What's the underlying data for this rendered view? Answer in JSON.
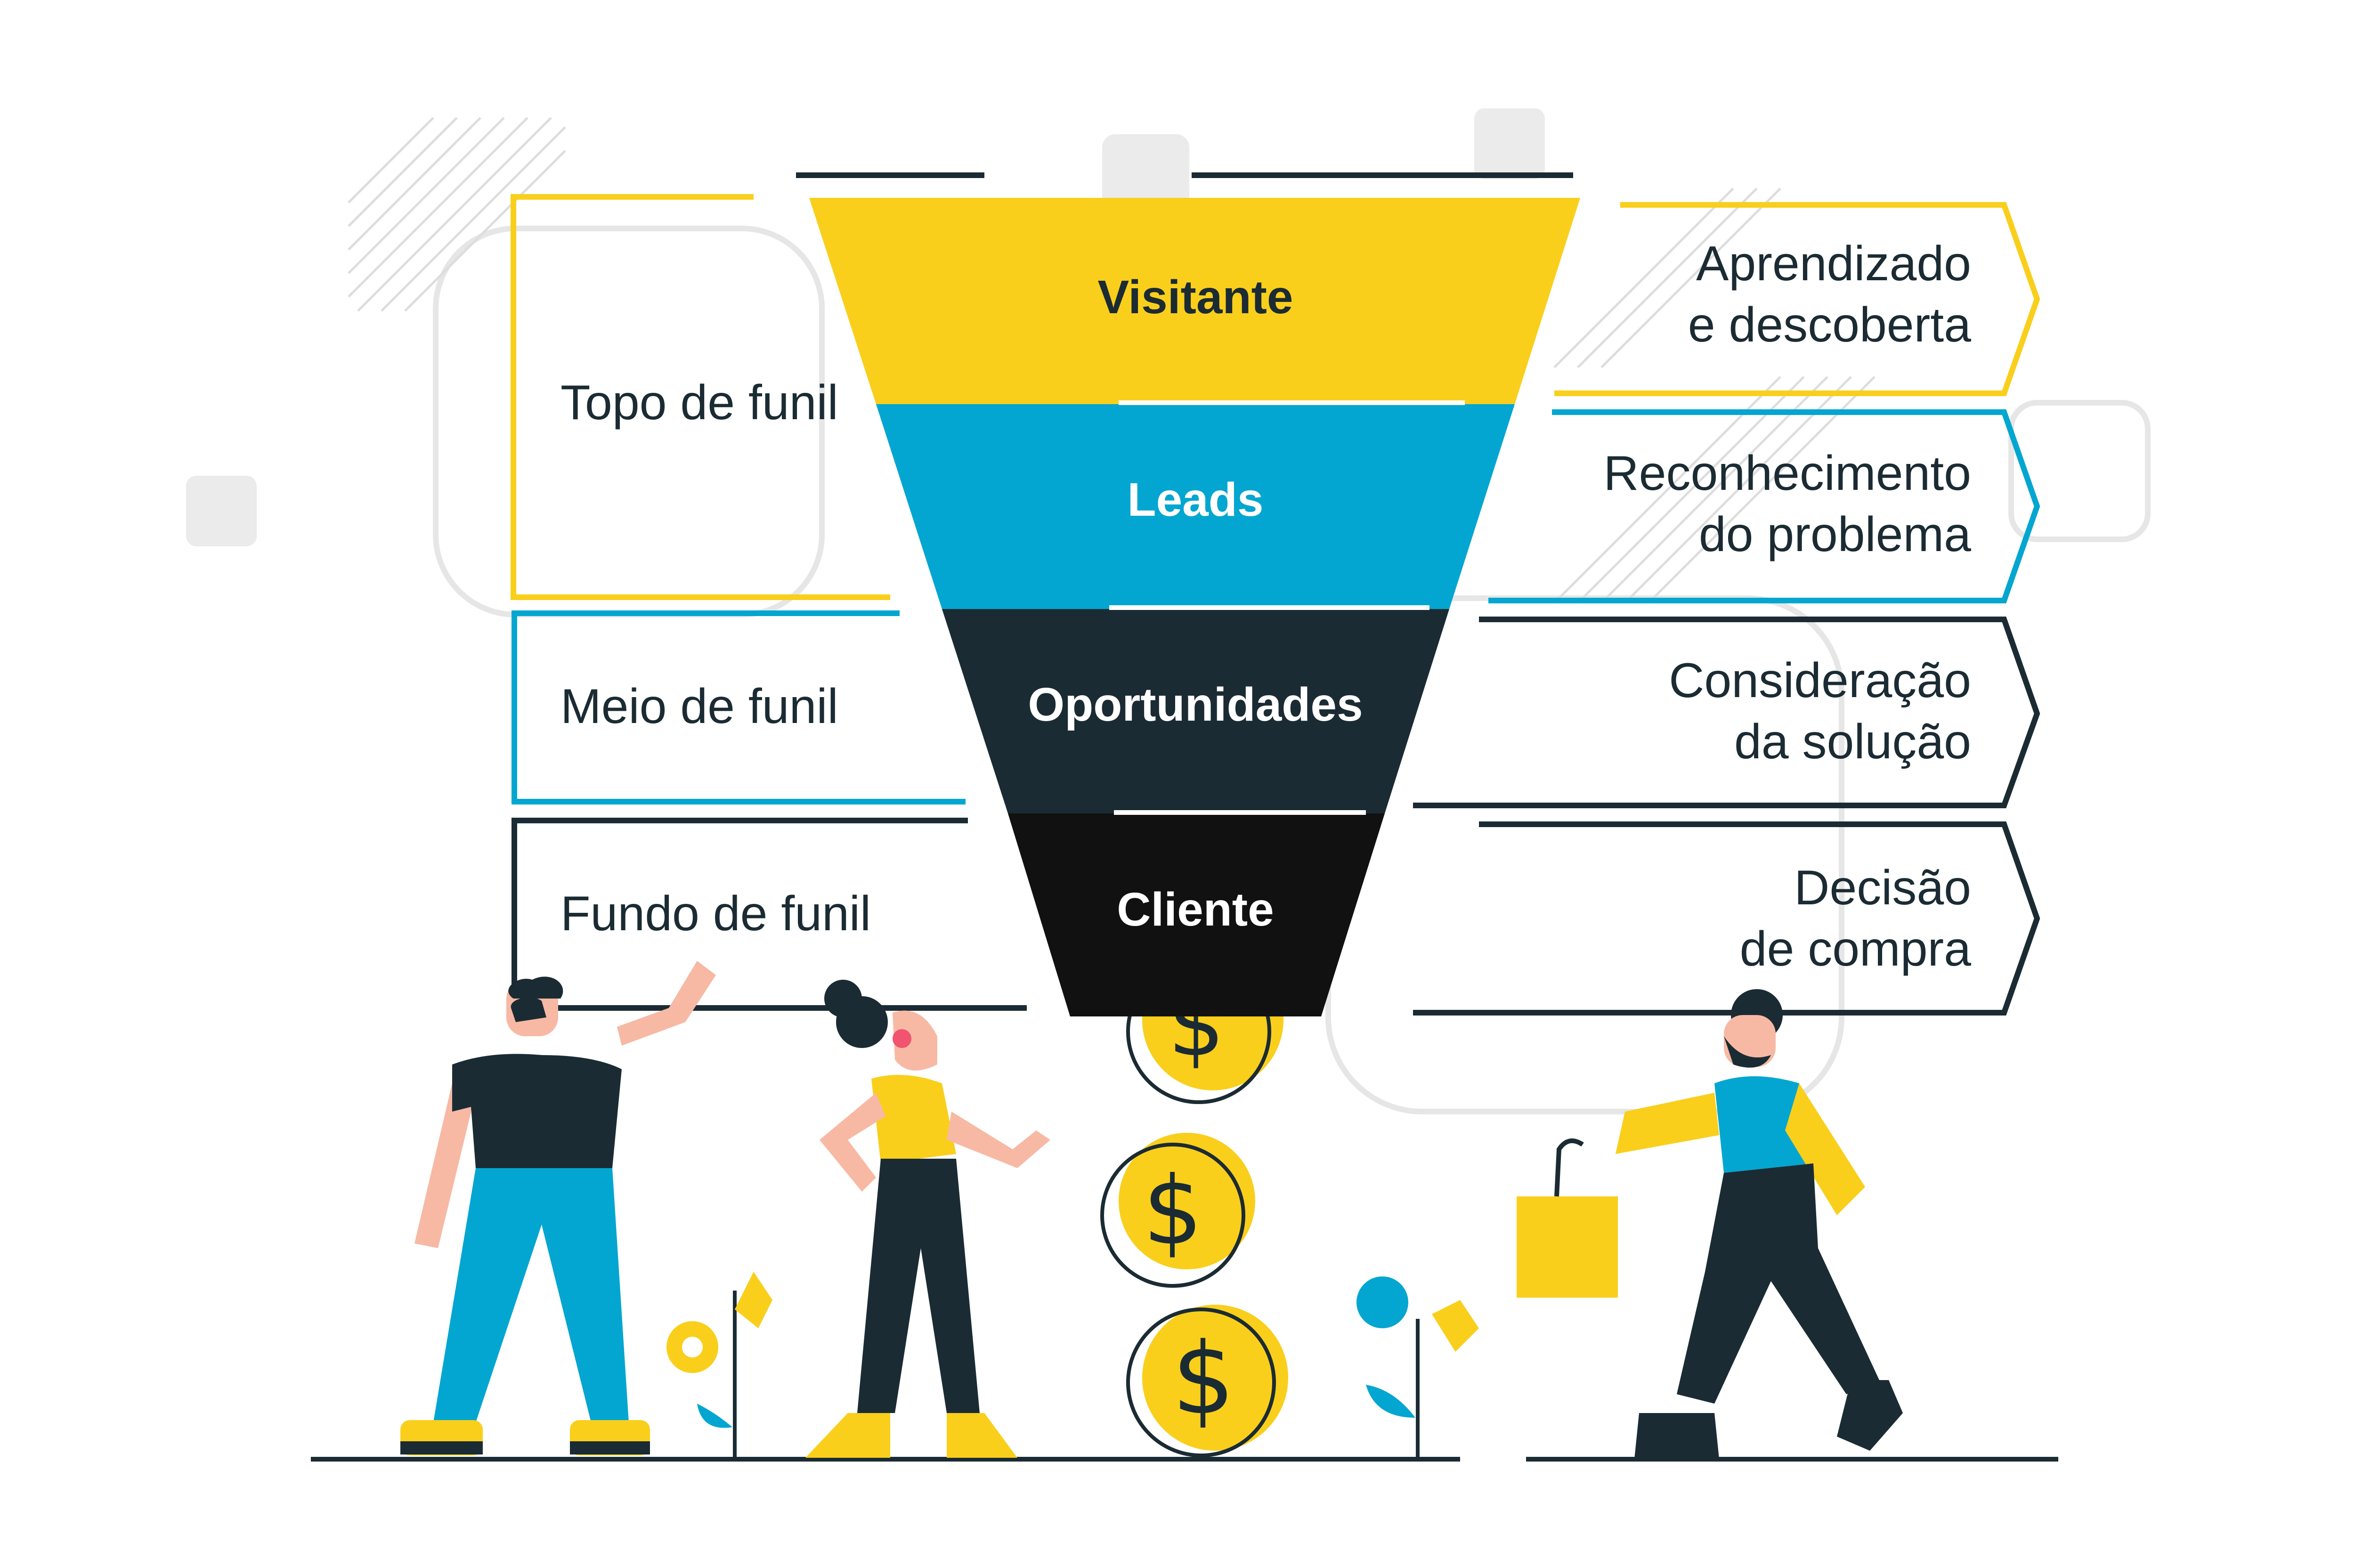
{
  "funnel": {
    "stages": [
      {
        "label": "Visitante",
        "color": "#F9CF1C",
        "text_color": "#1B2B33"
      },
      {
        "label": "Leads",
        "color": "#03A6D0",
        "text_color": "#FFFFFF"
      },
      {
        "label": "Oportunidades",
        "color": "#1B2B33",
        "text_color": "#FFFFFF"
      },
      {
        "label": "Cliente",
        "color": "#111111",
        "text_color": "#FFFFFF"
      }
    ]
  },
  "left_boxes": [
    {
      "label": "Topo de funil",
      "border": "#F9CF1C"
    },
    {
      "label": "Meio de funil",
      "border": "#03A6D0"
    },
    {
      "label": "Fundo de funil",
      "border": "#1B2B33"
    }
  ],
  "right_arrows": [
    {
      "line1": "Aprendizado",
      "line2": "e descoberta",
      "border": "#F9CF1C"
    },
    {
      "line1": "Reconhecimento",
      "line2": "do problema",
      "border": "#03A6D0"
    },
    {
      "line1": "Consideração",
      "line2": "da solução",
      "border": "#1B2B33"
    },
    {
      "line1": "Decisão",
      "line2": "de compra",
      "border": "#1B2B33"
    }
  ],
  "coin_symbol": "$",
  "colors": {
    "yellow": "#F9CF1C",
    "blue": "#03A6D0",
    "dark": "#1B2B33",
    "skin": "#F7B9A4",
    "light_gray": "#E6E6E6"
  }
}
